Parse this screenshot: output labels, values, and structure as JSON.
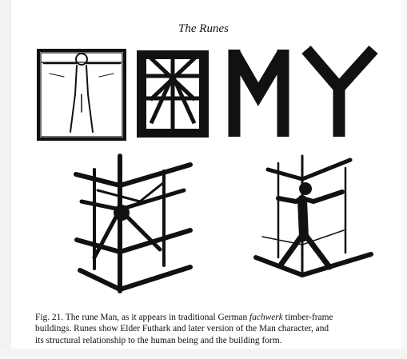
{
  "running_head": "The Runes",
  "caption": {
    "line1_before": "Fig. 21. The rune Man, as it appears in traditional German ",
    "line1_italic": "fachwerk",
    "line1_after": " timber-frame",
    "line2": "buildings. Runes show Elder Futhark and later version of the Man character, and",
    "line3": "its structural relationship to the human being and the building form."
  },
  "colors": {
    "ink": "#111111",
    "paper": "#ffffff"
  }
}
